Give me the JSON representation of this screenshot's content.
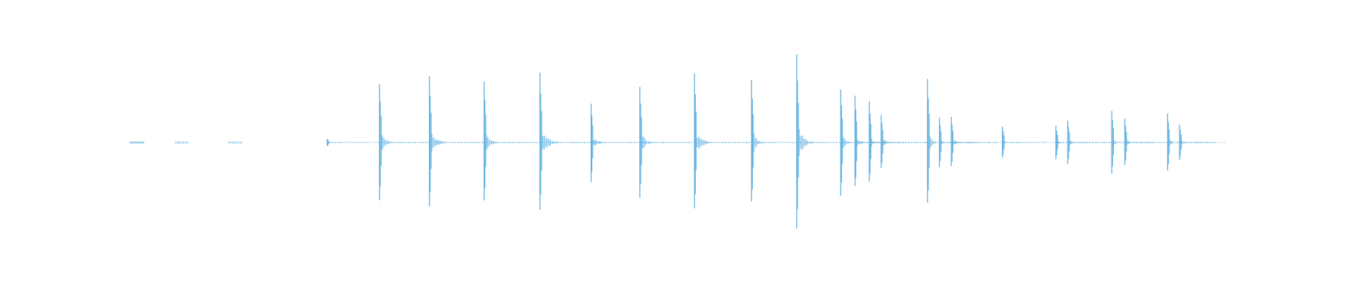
{
  "waveform": {
    "color": "#5aaee0",
    "background": "#ffffff",
    "duration_s": 10.0,
    "silence": [
      0.12,
      0.13,
      0.5,
      0.95
    ],
    "transients": [
      {
        "t": 1.78,
        "amp": 0.04,
        "decay": 0.12
      },
      {
        "t": 2.22,
        "amp": 0.66,
        "decay": 0.2
      },
      {
        "t": 2.64,
        "amp": 0.75,
        "decay": 0.25
      },
      {
        "t": 3.1,
        "amp": 0.69,
        "decay": 0.22
      },
      {
        "t": 3.57,
        "amp": 0.79,
        "decay": 0.28
      },
      {
        "t": 4.0,
        "amp": 0.44,
        "decay": 0.22
      },
      {
        "t": 4.41,
        "amp": 0.63,
        "decay": 0.2
      },
      {
        "t": 4.87,
        "amp": 0.78,
        "decay": 0.24
      },
      {
        "t": 5.35,
        "amp": 0.71,
        "decay": 0.2
      },
      {
        "t": 5.73,
        "amp": 1.0,
        "decay": 0.24
      },
      {
        "t": 6.1,
        "amp": 0.6,
        "decay": 0.15
      },
      {
        "t": 6.22,
        "amp": 0.53,
        "decay": 0.14
      },
      {
        "t": 6.34,
        "amp": 0.47,
        "decay": 0.12
      },
      {
        "t": 6.44,
        "amp": 0.31,
        "decay": 0.16
      },
      {
        "t": 6.83,
        "amp": 0.72,
        "decay": 0.14
      },
      {
        "t": 6.93,
        "amp": 0.28,
        "decay": 0.1
      },
      {
        "t": 7.03,
        "amp": 0.29,
        "decay": 0.16
      },
      {
        "t": 7.46,
        "amp": 0.18,
        "decay": 0.14
      },
      {
        "t": 7.91,
        "amp": 0.19,
        "decay": 0.12
      },
      {
        "t": 8.01,
        "amp": 0.25,
        "decay": 0.14
      },
      {
        "t": 8.38,
        "amp": 0.36,
        "decay": 0.12
      },
      {
        "t": 8.49,
        "amp": 0.27,
        "decay": 0.14
      },
      {
        "t": 8.85,
        "amp": 0.33,
        "decay": 0.12
      },
      {
        "t": 8.95,
        "amp": 0.2,
        "decay": 0.16
      }
    ]
  }
}
